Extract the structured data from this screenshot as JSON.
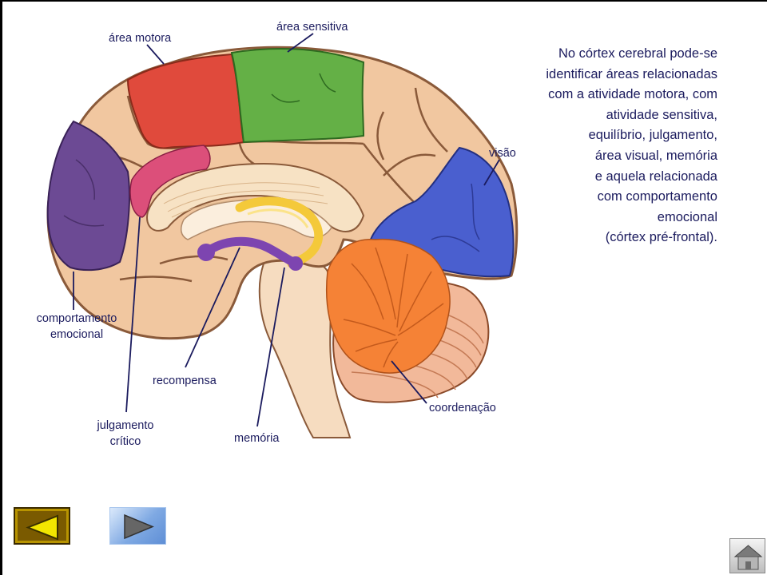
{
  "labels": {
    "area_motora": "área motora",
    "area_sensitiva": "área sensitiva",
    "visao": "visão",
    "comportamento_1": "comportamento",
    "comportamento_2": "emocional",
    "recompensa": "recompensa",
    "julgamento_1": "julgamento",
    "julgamento_2": "crítico",
    "memoria": "memória",
    "coordenacao": "coordenação"
  },
  "info_text": [
    "No córtex cerebral pode-se",
    "identificar áreas relacionadas",
    "com a atividade motora, com",
    "atividade sensitiva,",
    "equilíbrio, julgamento,",
    "área visual, memória",
    "e aquela relacionada",
    "com comportamento",
    "emocional",
    "(córtex pré-frontal)."
  ],
  "colors": {
    "motor": "#e04a3c",
    "sensory": "#64b046",
    "visual": "#4a5fcf",
    "emotional": "#6c4a94",
    "judgment": "#dc4f7a",
    "reward": "#7d45b0",
    "memory": "#f4c93a",
    "cerebellum": "#f58236",
    "brain": "#f1c7a0",
    "text": "#1b1b5e"
  },
  "nav": {
    "prev_icon": "left-triangle-icon",
    "next_icon": "right-triangle-icon",
    "home_icon": "home-icon"
  }
}
